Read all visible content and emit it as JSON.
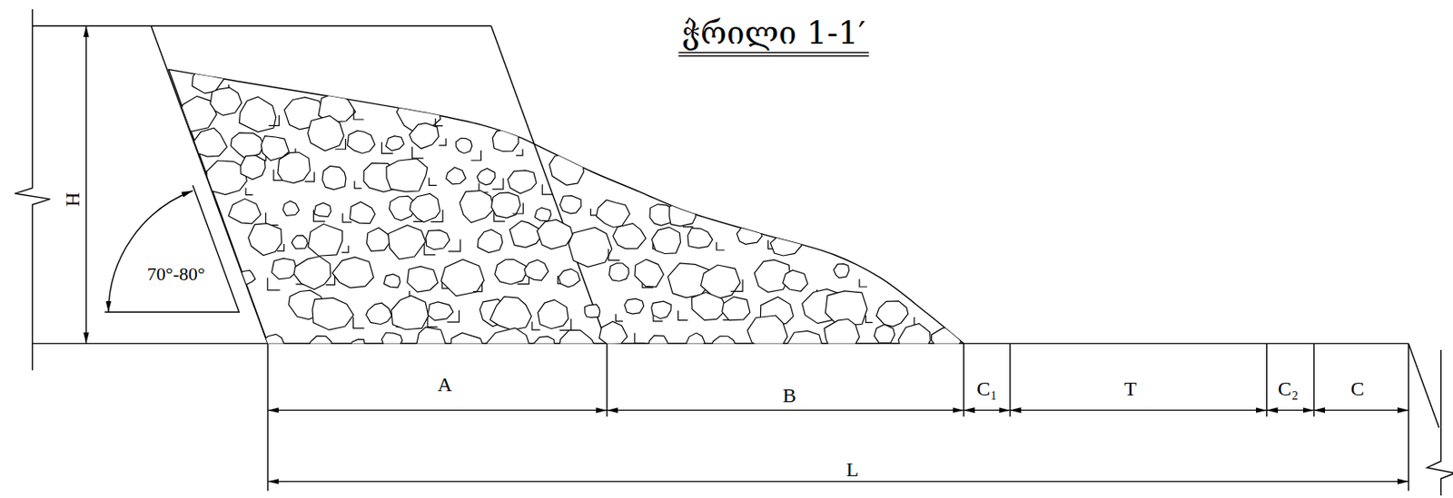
{
  "diagram": {
    "title": "ჭრილი 1-1′",
    "labels": [
      "H",
      "70°-80°",
      "A",
      "B",
      "C₁",
      "T",
      "C₂",
      "C",
      "L"
    ]
  }
}
